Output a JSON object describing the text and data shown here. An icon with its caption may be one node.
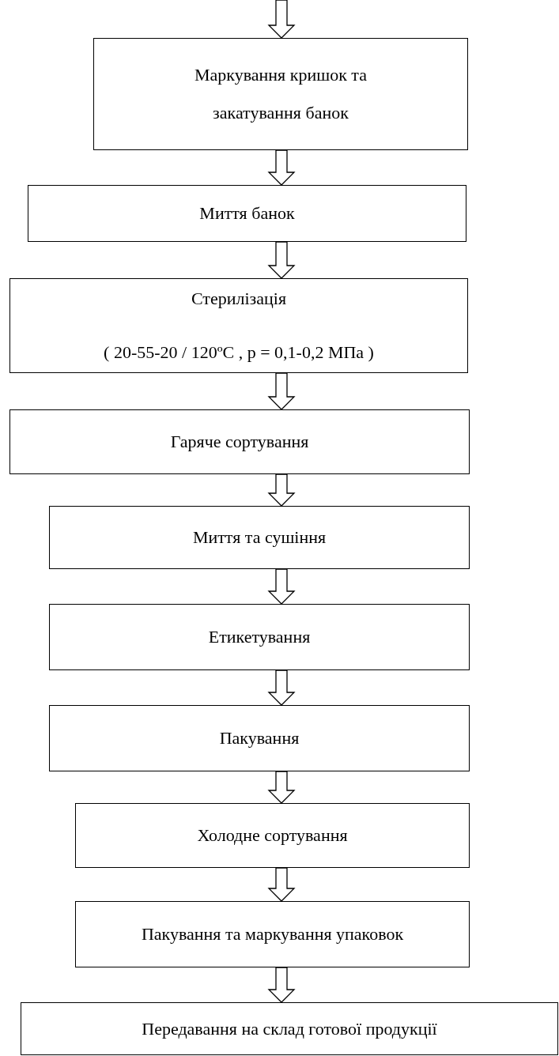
{
  "diagram": {
    "nodes": [
      {
        "text": [
          "Маркування кришок та закатування банок"
        ]
      },
      {
        "text": [
          "Миття банок"
        ]
      },
      {
        "text": [
          "Стерилізація",
          "( 20-55-20 / 120ºC , p = 0,1-0,2 МПа )"
        ]
      },
      {
        "text": [
          "Гаряче сортування"
        ]
      },
      {
        "text": [
          "Миття та сушіння"
        ]
      },
      {
        "text": [
          "Етикетування"
        ]
      },
      {
        "text": [
          "Пакування"
        ]
      },
      {
        "text": [
          "Холодне сортування"
        ]
      },
      {
        "text": [
          "Пакування та маркування упаковок"
        ]
      },
      {
        "text": [
          "Передавання на склад готової продукції"
        ]
      }
    ],
    "edges": [
      {
        "from": null,
        "to": 0,
        "arrow": "to"
      },
      {
        "from": 0,
        "to": 1,
        "arrow": "to"
      },
      {
        "from": 1,
        "to": 2,
        "arrow": "to"
      },
      {
        "from": 2,
        "to": 3,
        "arrow": "to"
      },
      {
        "from": 3,
        "to": 4,
        "arrow": "to"
      },
      {
        "from": 4,
        "to": 5,
        "arrow": "to"
      },
      {
        "from": 5,
        "to": 6,
        "arrow": "to"
      },
      {
        "from": 6,
        "to": 7,
        "arrow": "to"
      },
      {
        "from": 7,
        "to": 8,
        "arrow": "to"
      },
      {
        "from": 8,
        "to": 9,
        "arrow": "to"
      }
    ]
  }
}
